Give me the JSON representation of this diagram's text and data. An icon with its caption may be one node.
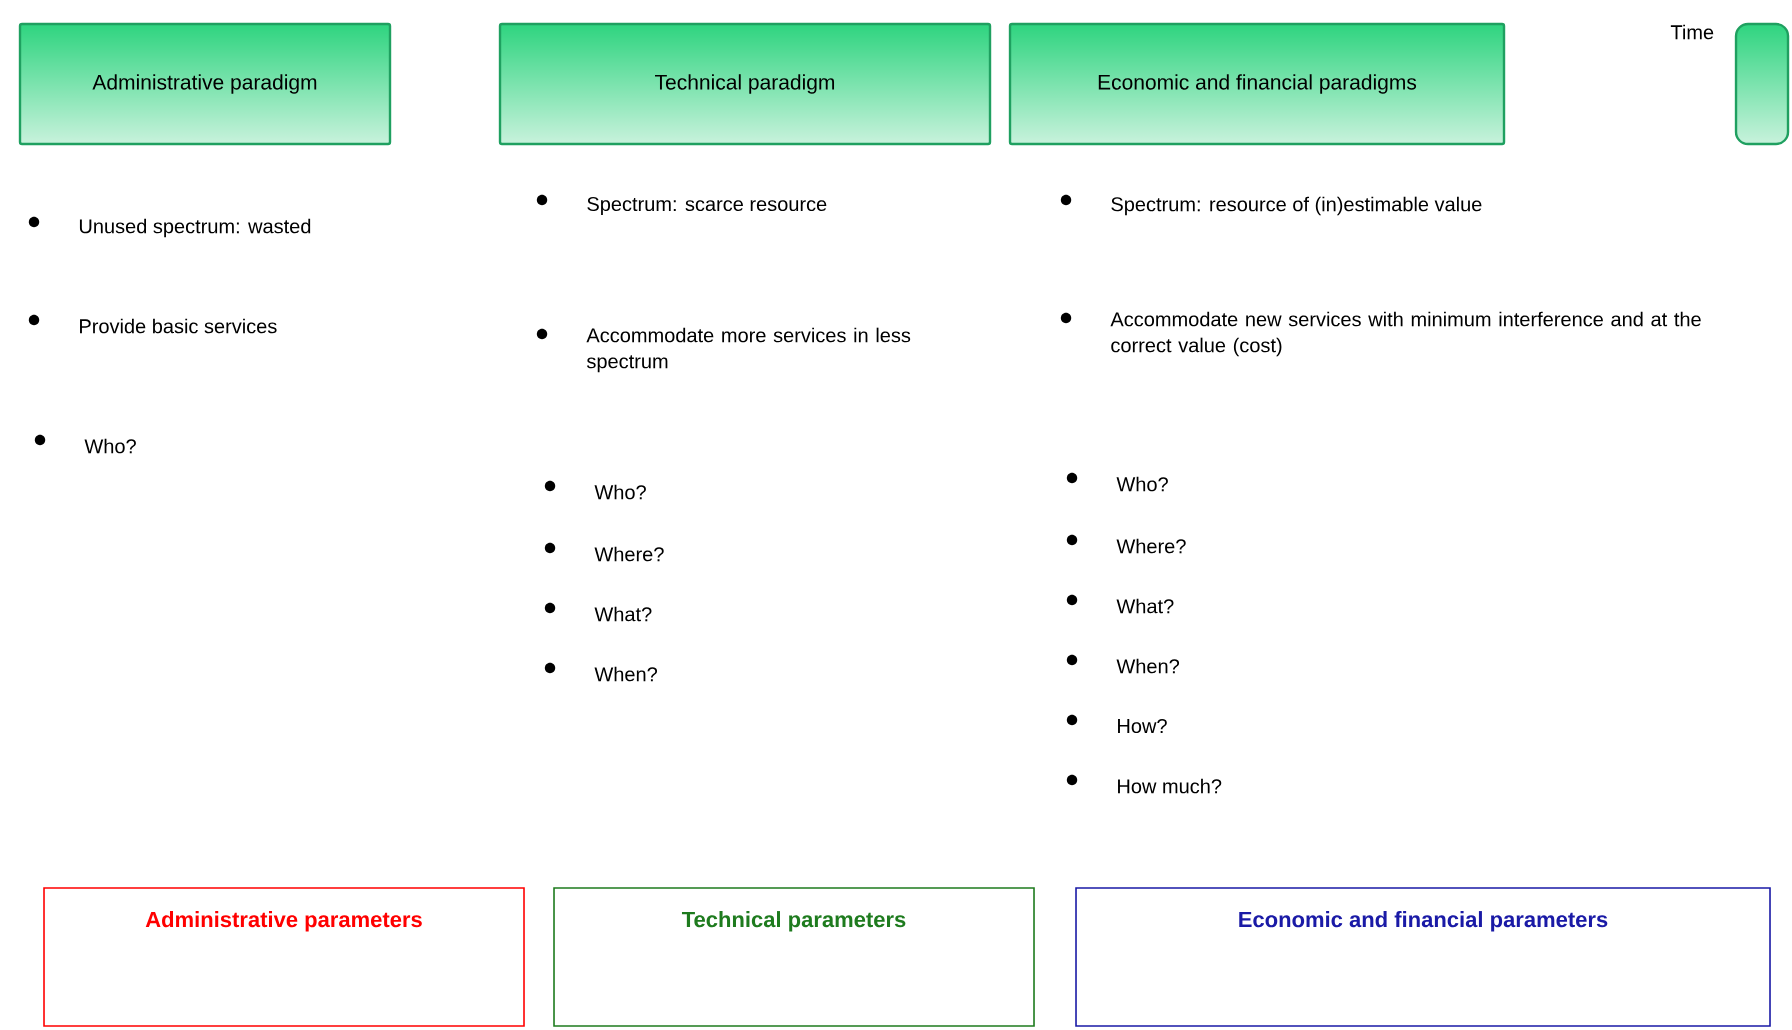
{
  "diagram": {
    "nodes": [
      {
        "text": [
          "Administrative paradigm"
        ]
      },
      {
        "text": [
          "Technical paradigm"
        ]
      },
      {
        "text": [
          "Economic and financial paradigms"
        ]
      },
      {
        "text": [],
        "shape": "box"
      },
      {
        "text": [
          "Administrative parameters"
        ]
      },
      {
        "text": [
          "Technical parameters"
        ]
      },
      {
        "text": [
          "Economic and financial parameters"
        ]
      }
    ],
    "labels": [
      "Time",
      "Unused spectrum: wasted",
      "Provide basic services",
      "Who?",
      "Spectrum: scarce resource",
      "Accommodate more services in less spectrum",
      "Who?",
      "Where?",
      "What?",
      "When?",
      "Spectrum: resource of (in)estimable value",
      "Accommodate new services with minimum interference and at the correct value (cost)",
      "Who?",
      "Where?",
      "What?",
      "When?",
      "How?",
      "How much?"
    ]
  }
}
